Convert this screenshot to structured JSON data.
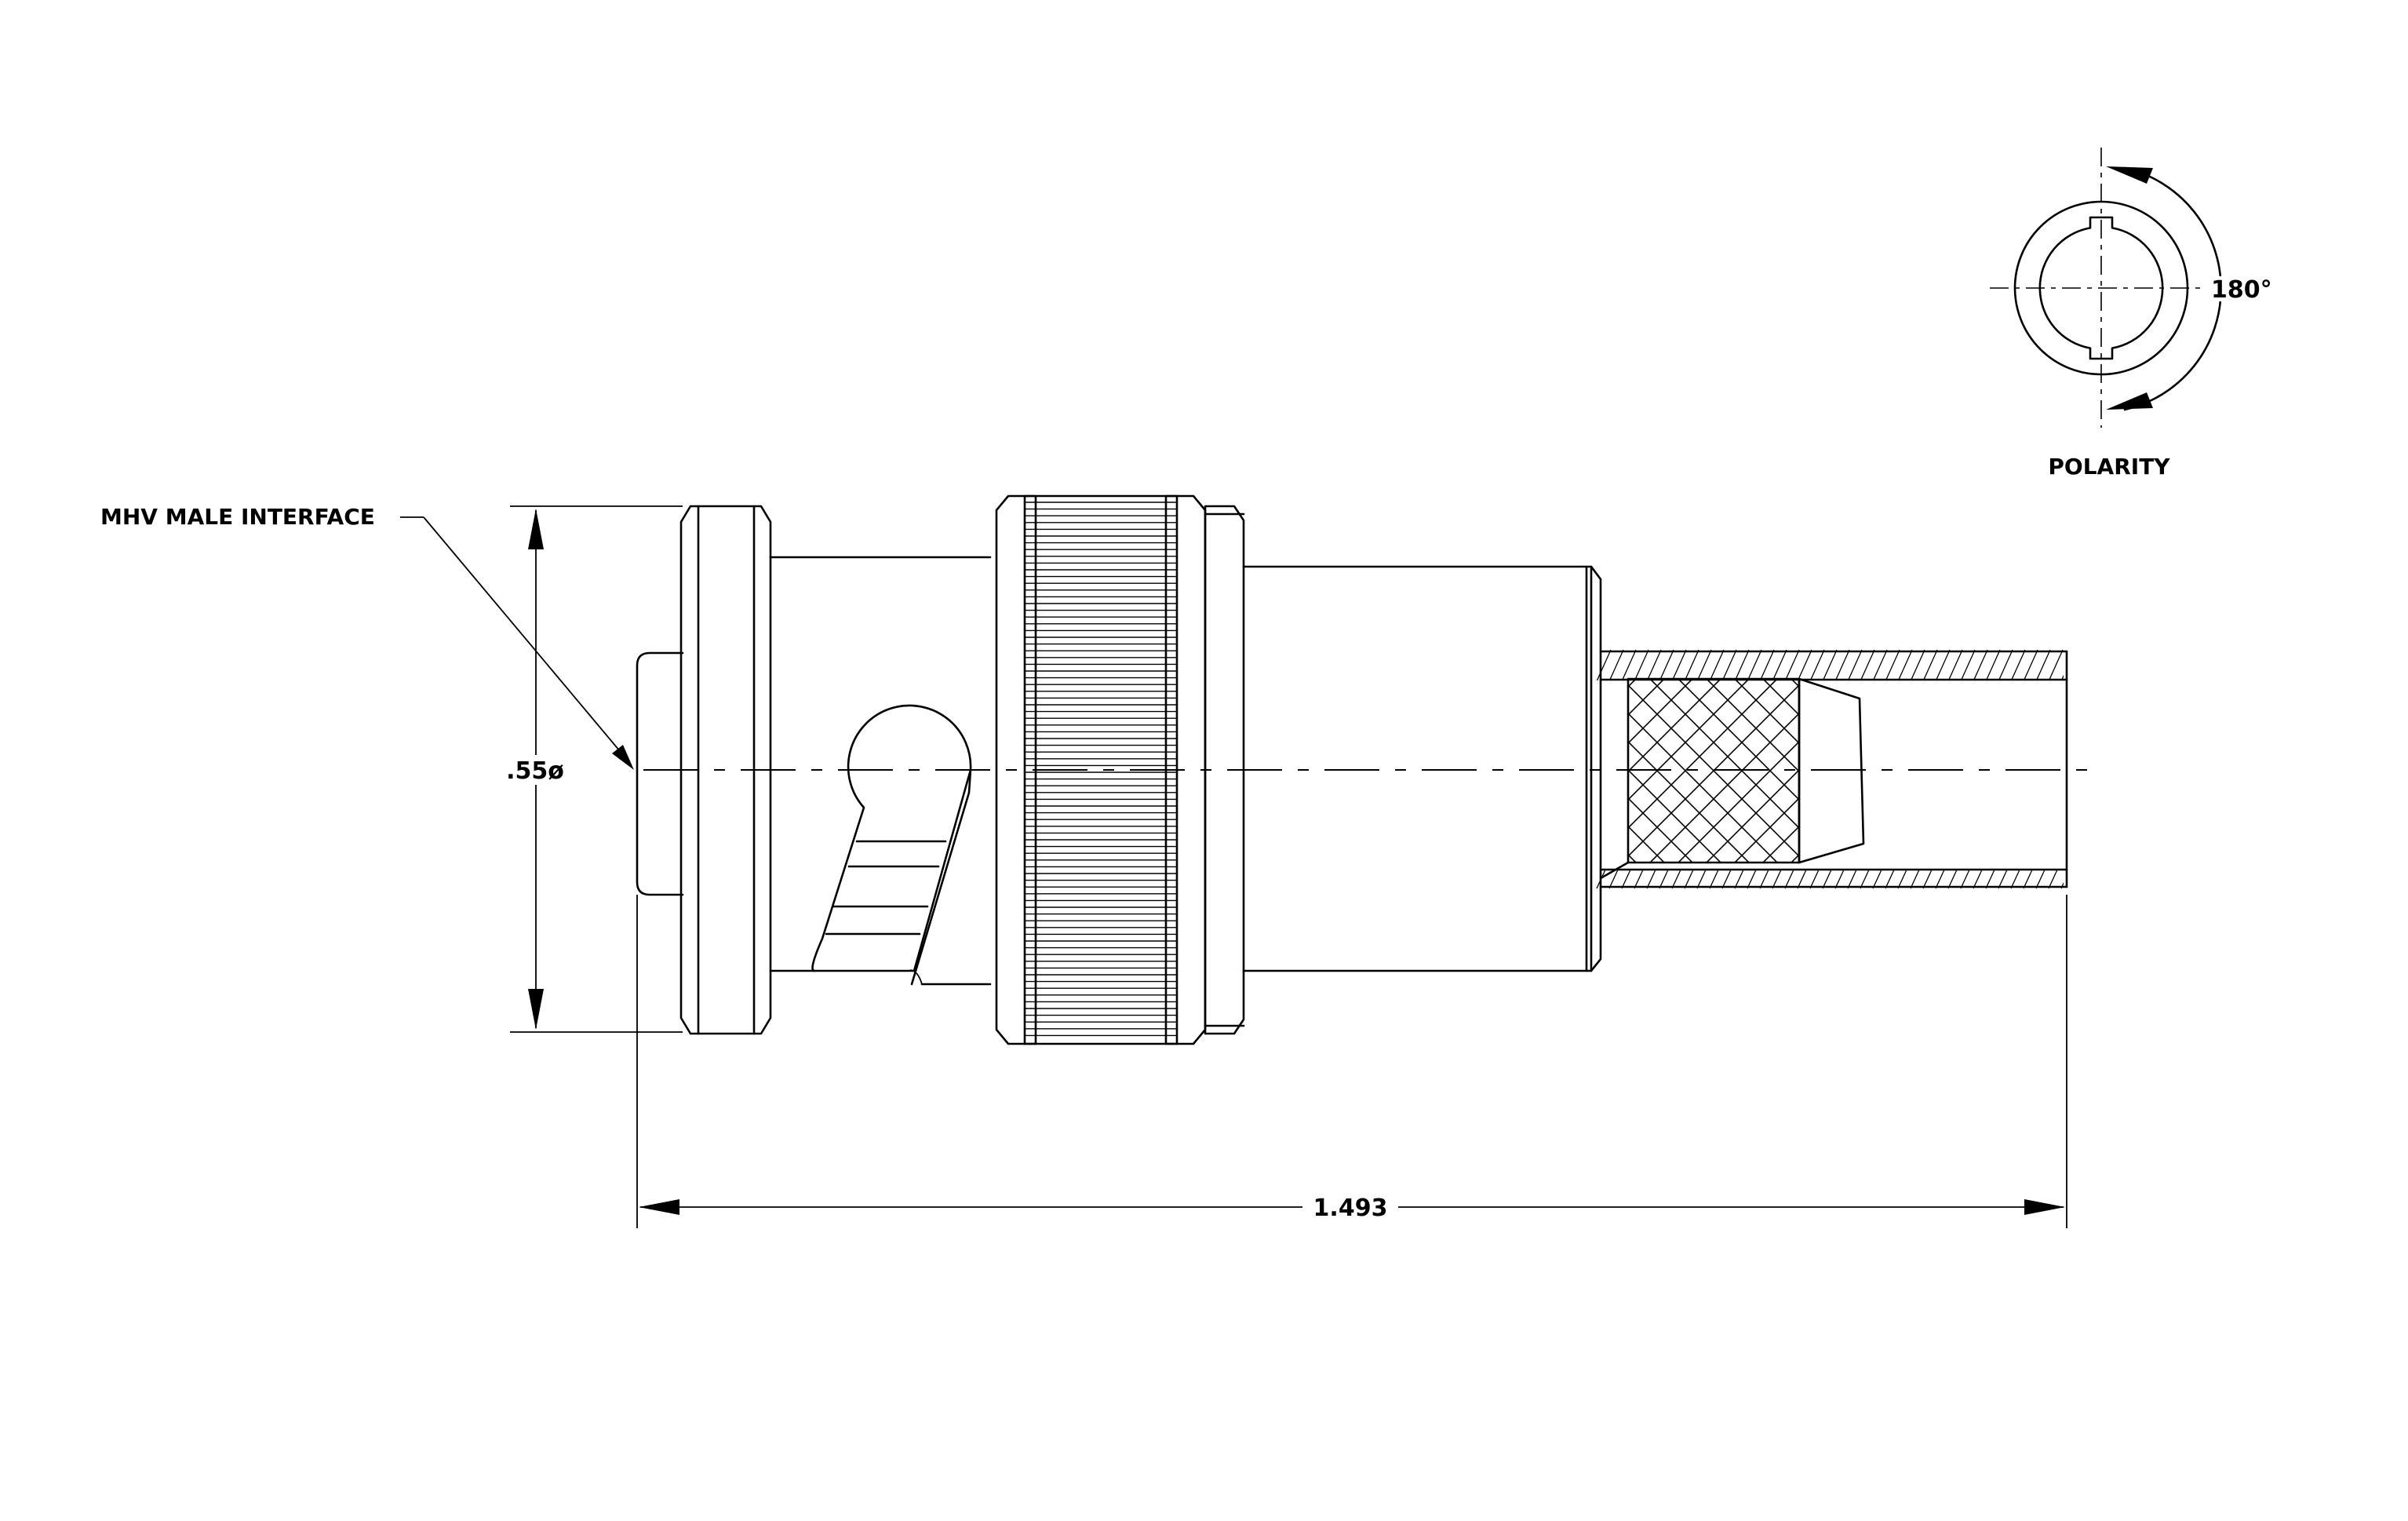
{
  "callout": {
    "interface_label": "MHV MALE INTERFACE"
  },
  "dimensions": {
    "diameter_label": ".55ø",
    "length_label": "1.493"
  },
  "polarity": {
    "angle_label": "180°",
    "title": "POLARITY"
  }
}
